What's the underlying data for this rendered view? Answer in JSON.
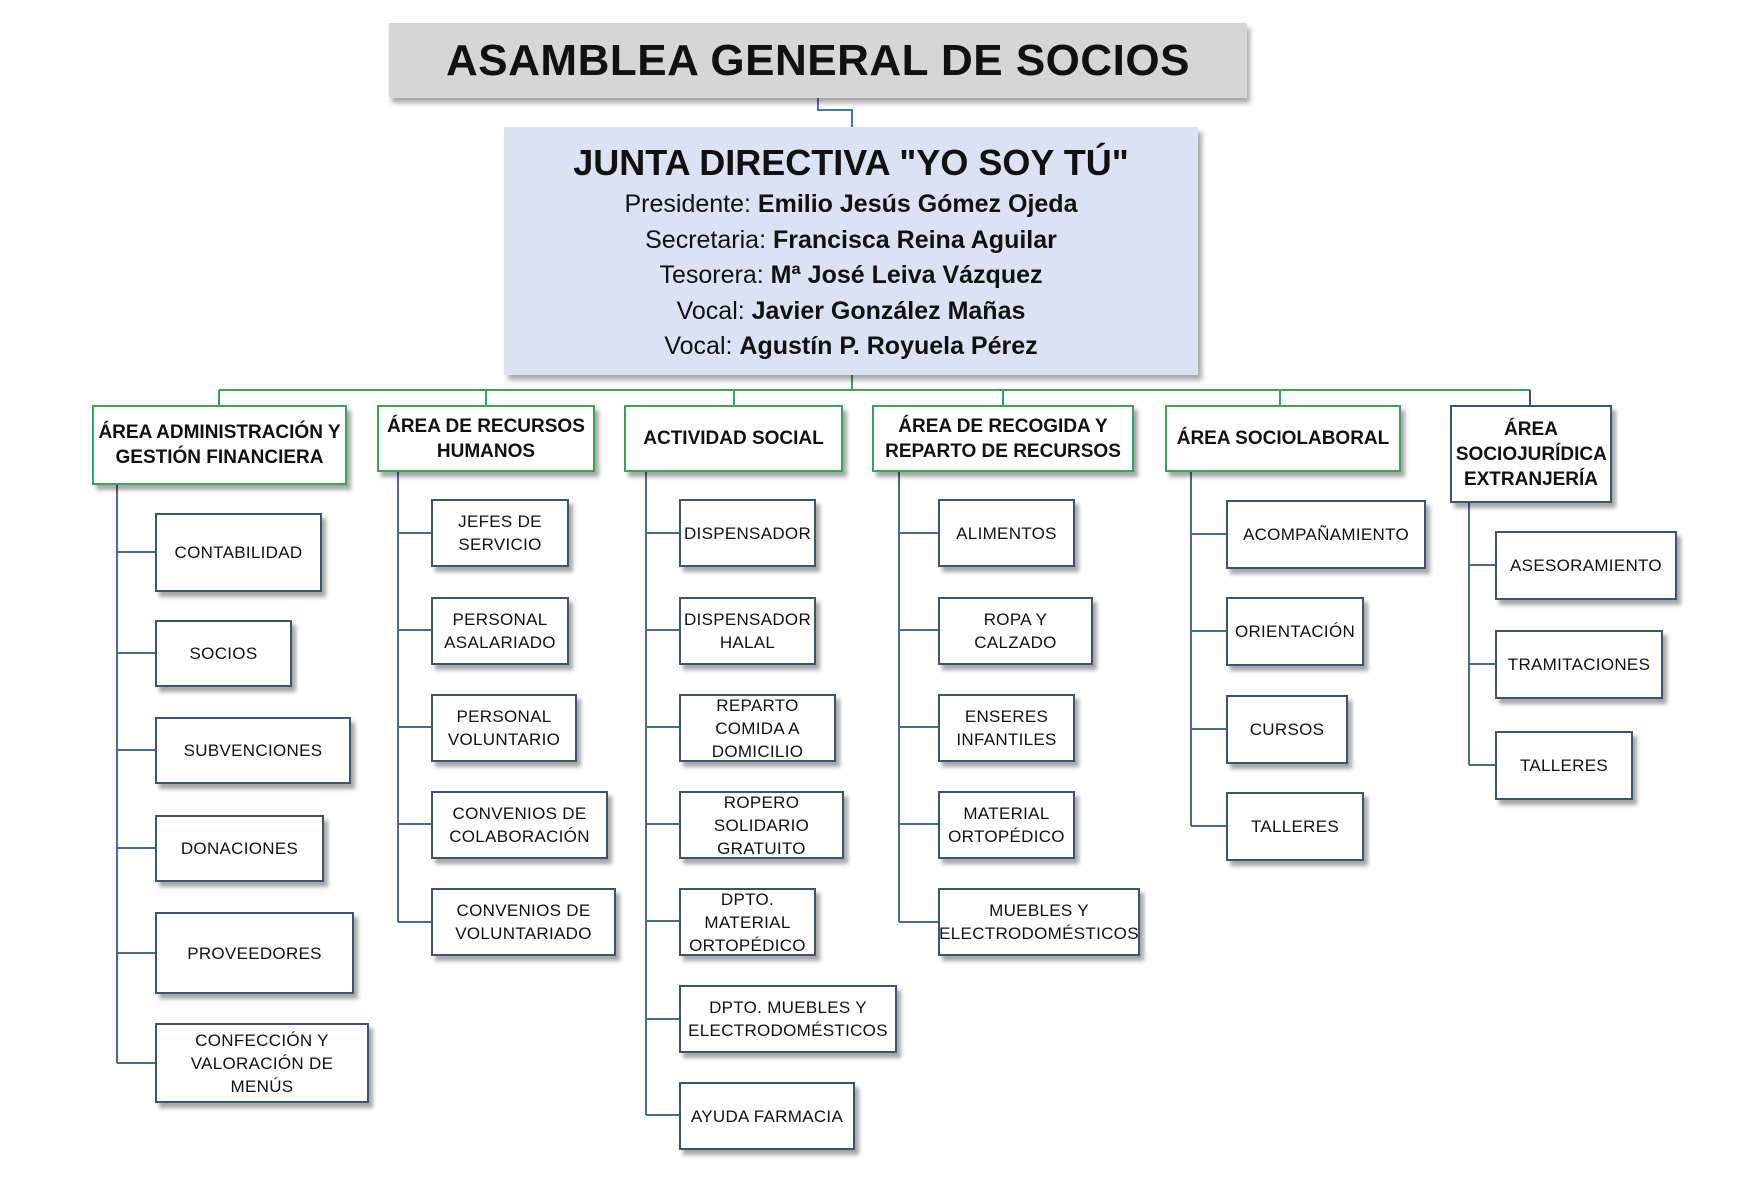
{
  "assembly": {
    "title": "ASAMBLEA GENERAL DE SOCIOS"
  },
  "board": {
    "title": "JUNTA DIRECTIVA \"YO SOY TÚ\"",
    "members": [
      {
        "role": "Presidente:",
        "name": "Emilio Jesús Gómez Ojeda"
      },
      {
        "role": "Secretaria:",
        "name": "Francisca Reina Aguilar"
      },
      {
        "role": "Tesorera:",
        "name": "Mª José Leiva Vázquez"
      },
      {
        "role": "Vocal:",
        "name": "Javier González Mañas"
      },
      {
        "role": "Vocal:",
        "name": "Agustín P. Royuela Pérez"
      }
    ]
  },
  "areas": [
    {
      "title": "ÁREA ADMINISTRACIÓN Y GESTIÓN FINANCIERA",
      "items": [
        "CONTABILIDAD",
        "SOCIOS",
        "SUBVENCIONES",
        "DONACIONES",
        "PROVEEDORES",
        "CONFECCIÓN Y VALORACIÓN DE MENÚS"
      ]
    },
    {
      "title": "ÁREA DE RECURSOS HUMANOS",
      "items": [
        "JEFES DE SERVICIO",
        "PERSONAL ASALARIADO",
        "PERSONAL VOLUNTARIO",
        "CONVENIOS DE COLABORACIÓN",
        "CONVENIOS DE VOLUNTARIADO"
      ]
    },
    {
      "title": "ACTIVIDAD SOCIAL",
      "items": [
        "DISPENSADOR",
        "DISPENSADOR HALAL",
        "REPARTO COMIDA A DOMICILIO",
        "ROPERO SOLIDARIO GRATUITO",
        "DPTO. MATERIAL ORTOPÉDICO",
        "DPTO. MUEBLES Y ELECTRODOMÉSTICOS",
        "AYUDA FARMACIA"
      ]
    },
    {
      "title": "ÁREA DE RECOGIDA Y REPARTO DE RECURSOS",
      "items": [
        "ALIMENTOS",
        "ROPA Y CALZADO",
        "ENSERES INFANTILES",
        "MATERIAL ORTOPÉDICO",
        "MUEBLES Y ELECTRODOMÉSTICOS"
      ]
    },
    {
      "title": "ÁREA SOCIOLABORAL",
      "items": [
        "ACOMPAÑAMIENTO",
        "ORIENTACIÓN",
        "CURSOS",
        "TALLERES"
      ]
    },
    {
      "title": "ÁREA SOCIOJURÍDICA EXTRANJERÍA",
      "items": [
        "ASESORAMIENTO",
        "TRAMITACIONES",
        "TALLERES"
      ]
    }
  ],
  "colors": {
    "green_border": "#3aa35a",
    "blue_border": "#3b5374",
    "board_bg": "#dbe2f3",
    "assembly_bg": "#d6d6d6"
  }
}
